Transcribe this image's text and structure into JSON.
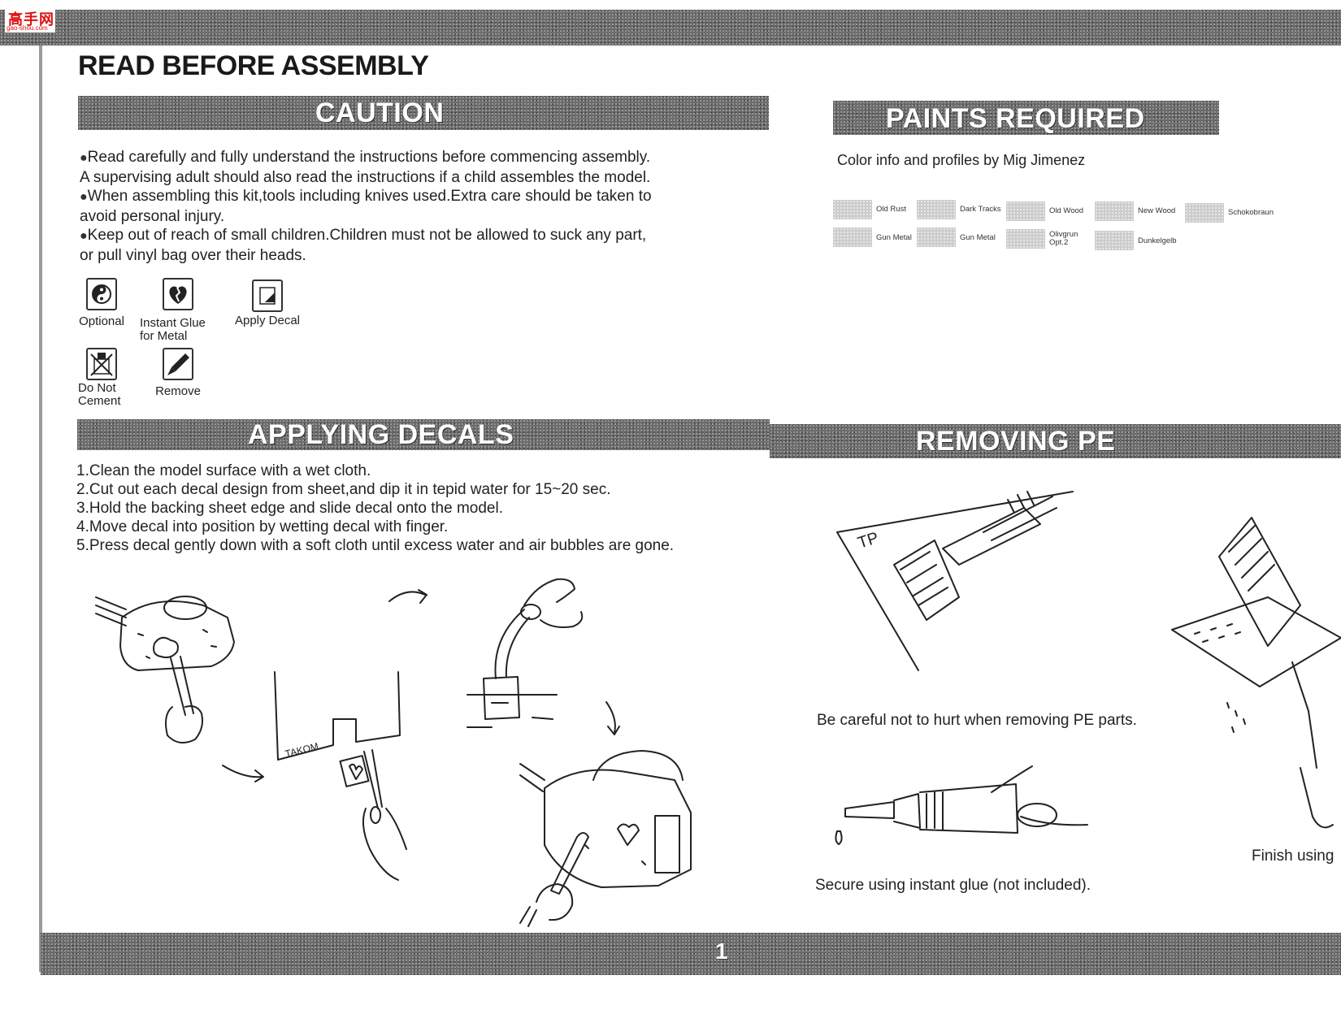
{
  "logo": {
    "text": "高手网",
    "subtext": "gao-shou.com"
  },
  "page_heading": "READ BEFORE ASSEMBLY",
  "caution": {
    "title": "CAUTION",
    "items": [
      "Read carefully and fully understand the instructions before commencing assembly.",
      "A supervising adult should also read the instructions if a child assembles the model.",
      "When assembling this kit,tools including knives used.Extra care should be taken to",
      "avoid personal injury.",
      "Keep out of reach of small children.Children must not be allowed to suck any part,",
      "or pull vinyl bag over their heads."
    ]
  },
  "icons": {
    "optional": "Optional",
    "glue_line1": "Instant Glue",
    "glue_line2": "for Metal",
    "apply_decal": "Apply Decal",
    "donot_line1": "Do Not",
    "donot_line2": "Cement",
    "remove": "Remove"
  },
  "paints": {
    "title": "PAINTS REQUIRED",
    "credit": "Color info and profiles by Mig Jimenez",
    "row1": [
      "Old Rust",
      "Dark Tracks",
      "Old Wood",
      "New Wood",
      "Schokobraun"
    ],
    "row2": [
      "Gun Metal",
      "Gun Metal",
      "Olivgrun Opt.2",
      "Dunkelgelb"
    ]
  },
  "decals": {
    "title": "APPLYING DECALS",
    "steps": [
      "1.Clean the model surface with a wet cloth.",
      "2.Cut out each decal design from sheet,and dip it in tepid water for 15~20 sec.",
      "3.Hold the backing sheet edge and slide decal onto the model.",
      "4.Move decal into position by wetting decal with finger.",
      "5.Press decal gently down with a soft cloth until excess water and air bubbles are gone."
    ],
    "sheet_label": "TAKOM"
  },
  "removing_pe": {
    "title": "REMOVING PE",
    "fret_label": "TP",
    "caption1": "Be careful not to hurt when removing PE parts.",
    "caption2": "Secure using instant glue (not included).",
    "caption3": "Finish using"
  },
  "page_number": "1"
}
